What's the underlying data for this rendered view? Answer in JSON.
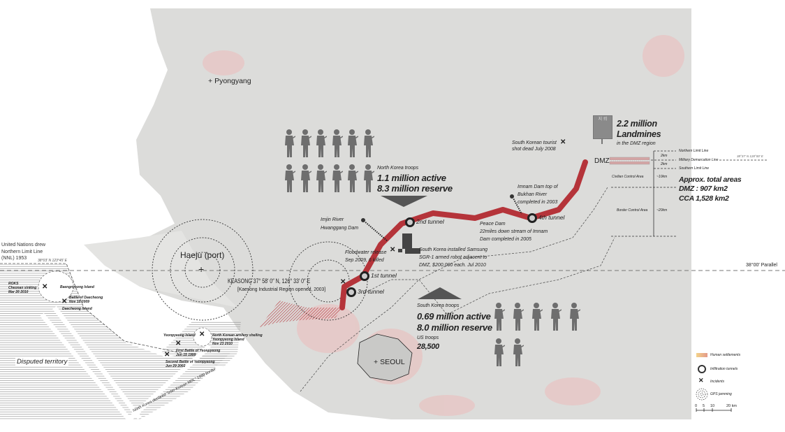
{
  "colors": {
    "dmz_red": "#b5343a",
    "terrain": "#d9d9d7",
    "soldier": "#6e6e6e",
    "settlement": "#e8b98f",
    "hatch": "#9a9a9a"
  },
  "cities": {
    "pyongyang": "Pyongyang",
    "seoul": "SEOUL",
    "haeju": "Haeju (port)"
  },
  "kaesong": {
    "label": "KEASONG   37° 58′ 0″ N, 126° 33′ 0″ E",
    "note": "[Kaesong Industrial Region opened, 2003]"
  },
  "north_troops": {
    "caption": "North Korea troops",
    "active": "1.1 million active",
    "reserve": "8.3 million reserve",
    "icon_count": 12
  },
  "south_troops": {
    "caption": "South Korea troops",
    "active": "0.69 million active",
    "reserve": "8.0 million reserve",
    "us_caption": "US troops",
    "us_count": "28,500",
    "icon_count": 7
  },
  "landmines": {
    "sign_text": "지 뢰",
    "count": "2.2 million",
    "title": "Landmines",
    "sub": "in the DMZ region"
  },
  "dmz_diagram": {
    "dmz": "DMZ",
    "nll": "Northern Limit Line",
    "mdl": "Military Demarcation Line",
    "sll": "Southern Limit Line",
    "coord": "38°37′ N 128°00′ E",
    "km2a": "2km",
    "km2b": "2km",
    "cca": "Civilian Control Area",
    "km10": "~10km",
    "bca": "Border Control Area",
    "km20": "~20km",
    "areas_title": "Approx. total areas",
    "areas_dmz": "DMZ : 907 km2",
    "areas_cca": "CCA 1,528 km2"
  },
  "parallel": "38°00′ Parallel",
  "tunnels": [
    "1st tunnel",
    "2nd tunnel",
    "3rd tunnel",
    "4th tunnel"
  ],
  "annotations": {
    "tourist": [
      "South Korean tourist",
      "shot dead July 2008"
    ],
    "imnam": [
      "Imnam Dam top of",
      "Bukhan River",
      "completed in 2003"
    ],
    "peace": [
      "Peace Dam",
      "22miles down stream of Imnam",
      "Dam completed in 2005"
    ],
    "imjin": [
      "Imjin River",
      "Hwanggang Dam"
    ],
    "flood": [
      "Floodwater release",
      "Sep 2009, 6 killed"
    ],
    "robot": [
      "South Korea installed Samsung",
      "SGR-1 armed robot adjacent to",
      "DMZ, $200,000 each. Jul 2010"
    ]
  },
  "west_sea": {
    "un": [
      "United Nations drew",
      "Northern Limit Line",
      "(NNL) 1953"
    ],
    "coord": "38°03′ N 123°45′ E",
    "cheonan": [
      "ROKS",
      "Cheonan sinking",
      "Mar 26 2010"
    ],
    "baengnyeong": "Baengnyeong Island",
    "daecheong_battle": [
      "Battle of Daecheong",
      "Nov 10 2009"
    ],
    "daecheong": "Daecheong Island",
    "yeonpyeong": "Yeonpyeong Island",
    "shelling": [
      "North Korean artillery shelling",
      "Yeonpyeong Island",
      "Nov 23 2010"
    ],
    "first_battle": [
      "First Battle of Yeonpyeong",
      "Jun 15 1999"
    ],
    "second_battle": [
      "Second Battle of Yeonpyeong",
      "Jun 29 2002"
    ],
    "disputed": "Disputed territory",
    "border": "North Korea-declared \"Inter-Korean MDL\" 1999 border"
  },
  "legend": {
    "settlements": "Human settlements",
    "tunnels": "Infiltration tunnels",
    "incidents": "Incidents",
    "gps": "GPS jamming",
    "scale": [
      "0",
      "5",
      "10",
      "20 km"
    ]
  }
}
